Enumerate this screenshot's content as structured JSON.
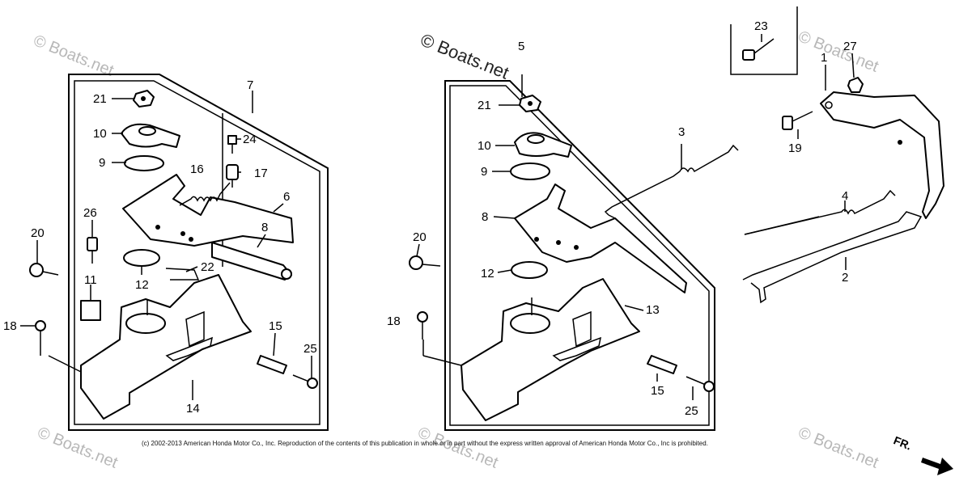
{
  "watermark": "© Boats.net",
  "copyright": "(c) 2002-2013 American Honda Motor Co., Inc. Reproduction of the contents of this publication in whole or in part without the express written approval of American Honda Motor Co., Inc is prohibited.",
  "direction_label": "FR.",
  "left_assembly": {
    "callouts": {
      "c7": "7",
      "c21": "21",
      "c10": "10",
      "c24": "24",
      "c9": "9",
      "c16": "16",
      "c17": "17",
      "c6": "6",
      "c26": "26",
      "c20": "20",
      "c8": "8",
      "c22": "22",
      "c12": "12",
      "c11": "11",
      "c18": "18",
      "c15": "15",
      "c25": "25",
      "c14": "14"
    }
  },
  "right_assembly": {
    "callouts": {
      "c5": "5",
      "c21": "21",
      "c10": "10",
      "c9": "9",
      "c8": "8",
      "c20": "20",
      "c12": "12",
      "c18": "18",
      "c13": "13",
      "c15": "15",
      "c25": "25"
    }
  },
  "linkage_parts": {
    "callouts": {
      "c23": "23",
      "c27": "27",
      "c1": "1",
      "c19": "19",
      "c3": "3",
      "c4": "4",
      "c2": "2"
    }
  }
}
